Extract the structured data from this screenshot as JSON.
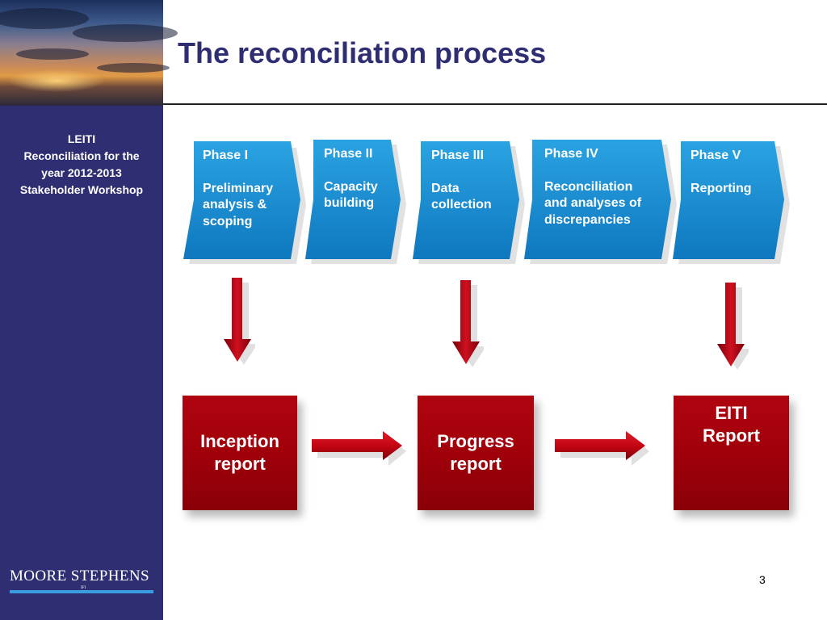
{
  "sidebar": {
    "lines": [
      "LEITI",
      "Reconciliation for the",
      "year 2012-2013",
      "Stakeholder Workshop"
    ],
    "background": "#2f2e72"
  },
  "logo": {
    "text": "MOORE STEPHENS",
    "subtext": "IFI",
    "accent": "#3a9de0"
  },
  "slide": {
    "title": "The reconciliation process",
    "page_number": "3"
  },
  "phases": [
    {
      "title": "Phase I",
      "description": "Preliminary\nanalysis &\nscoping"
    },
    {
      "title": "Phase II",
      "description": "Capacity\nbuilding"
    },
    {
      "title": "Phase III",
      "description": "Data\ncollection"
    },
    {
      "title": "Phase IV",
      "description": "Reconciliation\nand analyses of\ndiscrepancies"
    },
    {
      "title": "Phase V",
      "description": "Reporting"
    }
  ],
  "reports": [
    {
      "label": "Inception\nreport"
    },
    {
      "label": "Progress\nreport"
    },
    {
      "label": "EITI\nReport"
    }
  ],
  "colors": {
    "phase": "#1a8fd0",
    "phase_dark": "#0d5f9a",
    "report": "#a0000a",
    "title": "#2f2e72"
  }
}
